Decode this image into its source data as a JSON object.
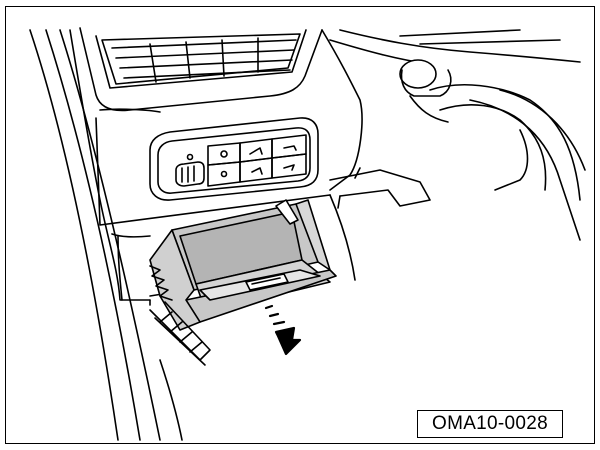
{
  "figure": {
    "reference_code": "OMA10-0028"
  },
  "parts": {
    "air_vent": "air-vent",
    "switch_panel": "switch-panel",
    "storage_tray": "storage-tray",
    "pull_arrow": "open-direction-arrow",
    "steering_column": "steering-column"
  },
  "colors": {
    "stroke": "#000000",
    "tray_fill": "#c8c8c8",
    "tray_inner": "#b4b4b4",
    "panel_fill": "#ffffff"
  }
}
